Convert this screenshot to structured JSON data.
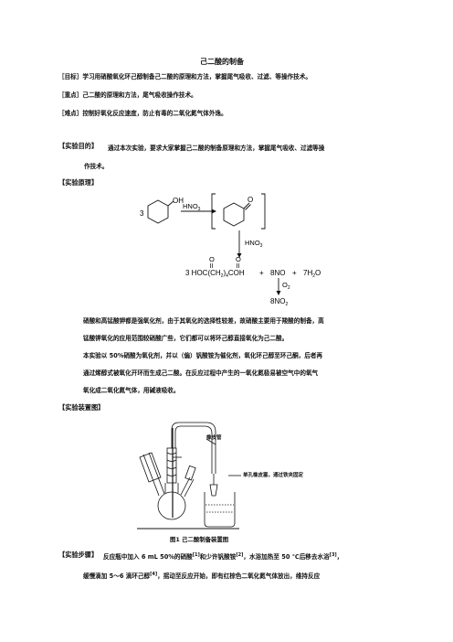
{
  "title": "己二酸的制备",
  "goal_line": "［目标］学习用硝酸氧化环己醇制备己二酸的原理和方法，掌握尾气吸收、过滤、等操作技术。",
  "key_line": "［重点］己二酸的原理和方法，尾气吸收操作技术。",
  "difficulty_line": "［难点］控制好氧化反应速度，防止有毒的二氧化氮气体外逸。",
  "purpose": {
    "heading": "【实验目的】",
    "line1": "通过本次实验，要求大家掌握己二酸的制备原理和方法，掌握尾气吸收、过滤等操",
    "line2": "作技术。"
  },
  "principle": {
    "heading": "【实验原理】",
    "scheme": {
      "coef_left": "3",
      "oh": "OH",
      "reagent_top": "HNO",
      "reagent_top_sub": "3",
      "ketone_o": "O",
      "reagent_down": "HNO",
      "reagent_down_sub": "3",
      "carbonyl_o1": "O",
      "carbonyl_o2": "O",
      "product_a": "3 HOC(CH",
      "product_sub1": "2",
      "product_b": ")",
      "product_sub2": "4",
      "product_c": "COH",
      "plus1": "+",
      "byproduct1": "8NO",
      "plus2": "+",
      "byproduct2": "7H",
      "byproduct2_sub": "2",
      "byproduct2_end": "O",
      "o2": "O",
      "o2_sub": "2",
      "no2": "8NO",
      "no2_sub": "2"
    },
    "para1_line1": "硝酸和高锰酸钾都是强氧化剂，由于其氧化的选择性较差，故硝酸主要用于羧酸的制备，高",
    "para1_line2": "锰酸钾氧化的应用范围较硝酸广些，它们都可以将环己醇直接氧化为己二酸。",
    "para2_line1": "本实验以 50%硝酸为氧化剂，并以（偏）钒酸铵为催化剂，氧化环己醇至环己酮，后者再",
    "para2_line2": "通过烯醇式被氧化开环而生成己二酸。在反应过程中产生的一氧化氮极易被空气中的氧气",
    "para2_line3": "氧化成二氧化氮气体，用碱液吸收。"
  },
  "apparatus": {
    "heading": "【实验装置图】",
    "label_tube": "橡皮管",
    "label_stopper": "单孔橡皮塞，通过铁夹固定",
    "caption": "图1 己二酸制备装置图"
  },
  "procedure": {
    "heading": "【实验步骤】",
    "line1_a": "反应瓶中加入 6 mL 50%的硝酸",
    "ref1": "[1]",
    "line1_b": "和少许钒酸铵",
    "ref2": "[2]",
    "line1_c": "，水浴加热至 50 ℃后移去水浴",
    "ref3": "[3]",
    "line1_d": "，",
    "line2_a": "缓慢滴加 5～6 滴环己醇",
    "ref4": "[4]",
    "line2_b": "，摇动至反应开始，即有红棕色二氧化氮气体放出，维持反应"
  }
}
